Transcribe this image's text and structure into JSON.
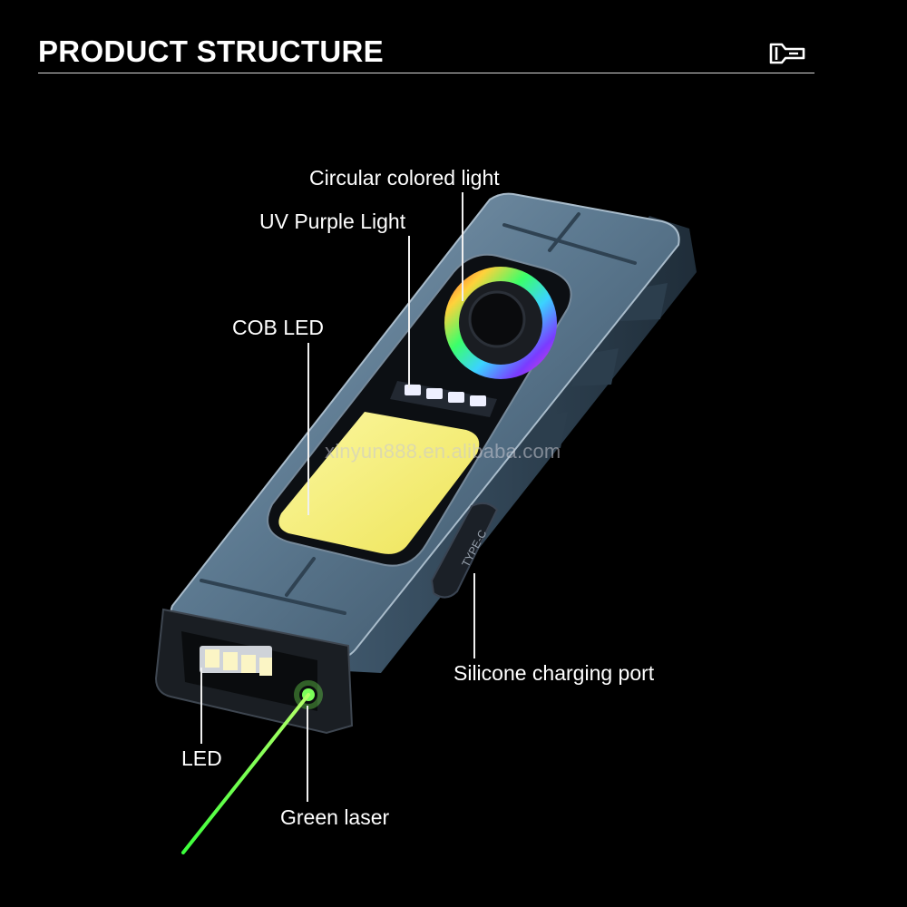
{
  "header": {
    "title": "PRODUCT STRUCTURE",
    "icon": "flashlight-icon"
  },
  "labels": {
    "circular_light": "Circular colored light",
    "uv_light": "UV Purple Light",
    "cob_led": "COB LED",
    "charging_port": "Silicone charging port",
    "led": "LED",
    "green_laser": "Green laser"
  },
  "port_marking": "TYPE-C",
  "watermark": "xinyun888.en.alibaba.com",
  "colors": {
    "background": "#000000",
    "body": "#5b7891",
    "cob": "#f2ec63",
    "laser": "#7bff5a"
  }
}
